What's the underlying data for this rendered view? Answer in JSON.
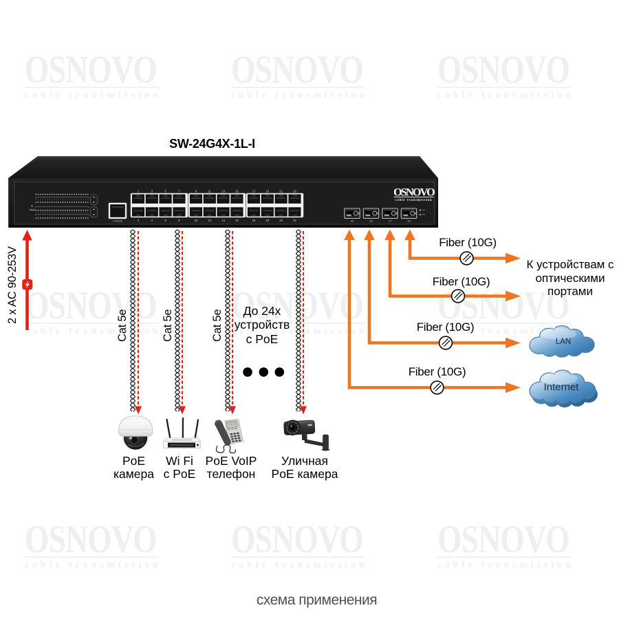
{
  "watermark": {
    "brand": "OSNOVO",
    "tagline": "cable transmission"
  },
  "title": "SW-24G4X-1L-I",
  "labels": {
    "power": "2 x AC 90-253V",
    "cat5e": "Cat 5e",
    "fiber": "Fiber (10G)",
    "poe_note": [
      "До 24х",
      "устройств",
      "с PoE"
    ],
    "optical_note": [
      "К устройствам с",
      "оптическими",
      "портами"
    ],
    "lan": "LAN",
    "internet": "Internet",
    "caption": "схема применения"
  },
  "devices": [
    {
      "line1": "PoE",
      "line2": "камера"
    },
    {
      "line1": "Wi Fi",
      "line2": "с PoE"
    },
    {
      "line1": "PoE VoIP",
      "line2": "телефон"
    },
    {
      "line1": "Уличная",
      "line2": "PoE камера"
    }
  ],
  "switch": {
    "logo": "OSNOVO",
    "logo_tagline": "cable transmission",
    "console": "Console",
    "pwr": "PWR",
    "port_numbers_top": [
      "1",
      "3",
      "5",
      "7",
      "9",
      "11",
      "13",
      "15",
      "17",
      "19",
      "21",
      "23"
    ],
    "port_numbers_bottom": [
      "2",
      "4",
      "6",
      "8",
      "10",
      "12",
      "14",
      "16",
      "18",
      "20",
      "22",
      "24"
    ],
    "sfp_numbers": [
      "25",
      "26",
      "27",
      "28"
    ]
  },
  "colors": {
    "orange": "#ED7622",
    "red": "#E32119",
    "cloud_stroke": "#4A7FA8"
  }
}
